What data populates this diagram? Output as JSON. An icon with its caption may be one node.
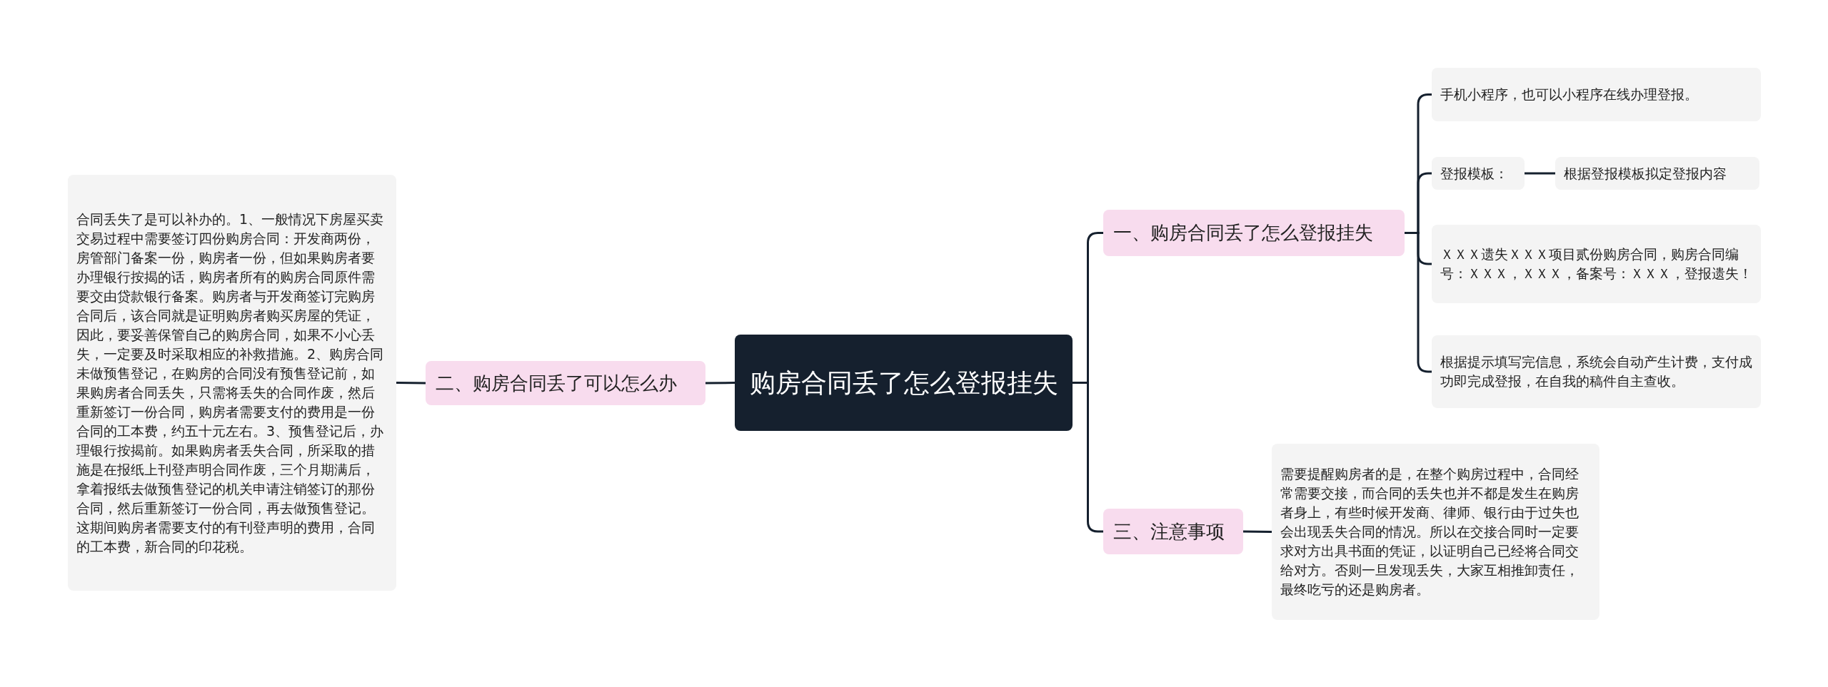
{
  "diagram": {
    "nodes": [
      {
        "text": [
          "购房合同丢了怎么登报挂失"
        ]
      },
      {
        "text": [
          "一、购房合同丢了怎么登报挂失"
        ]
      },
      {
        "text": [
          "手机小程序，也可以小程序在线办理登报。"
        ]
      },
      {
        "text": [
          "登报模板："
        ]
      },
      {
        "text": [
          "根据登报模板拟定登报内容"
        ]
      },
      {
        "text": [
          "ＸＸＸ遗失ＸＸＸ项目贰份购房合同，购房合同编号：ＸＸＸ，ＸＸＸ，备案号：ＸＸＸ，登报遗失！"
        ]
      },
      {
        "text": [
          "根据提示填写完信息，系统会自动产生计费，支付成功即完成登报，在自我的稿件自主查收。"
        ]
      },
      {
        "text": [
          "二、购房合同丢了可以怎么办"
        ]
      },
      {
        "text": [
          "合同丢失了是可以补办的。1、一般情况下房屋买卖交易过程中需要签订四份购房合同：开发商两份，房管部门备案一份，购房者一份，但如果购房者要办理银行按揭的话，购房者所有的购房合同原件需要交由贷款银行备案。购房者与开发商签订完购房合同后，该合同就是证明购房者购买房屋的凭证，因此，要妥善保管自己的购房合同，如果不小心丢失，一定要及时采取相应的补救措施。2、购房合同未做预售登记，在购房的合同没有预售登记前，如果购房者合同丢失，只需将丢失的合同作废，然后重新签订一份合同，购房者需要支付的费用是一份合同的工本费，约五十元左右。3、预售登记后，办理银行按揭前。如果购房者丢失合同，所采取的措施是在报纸上刊登声明合同作废，三个月期满后，拿着报纸去做预售登记的机关申请注销签订的那份合同，然后重新签订一份合同，再去做预售登记。这期间购房者需要支付的有刊登声明的费用，合同的工本费，新合同的印花税。"
        ]
      },
      {
        "text": [
          "三、注意事项"
        ]
      },
      {
        "text": [
          "需要提醒购房者的是，在整个购房过程中，合同经常需要交接，而合同的丢失也并不都是发生在购房者身上，有些时候开发商、律师、银行由于过失也会出现丢失合同的情况。所以在交接合同时一定要求对方出具书面的凭证，以证明自己已经将合同交给对方。否则一旦发现丢失，大家互相推卸责任，最终吃亏的还是购房者。"
        ]
      }
    ],
    "edges": [
      {
        "from": 0,
        "to": 1,
        "arrow": "none"
      },
      {
        "from": 1,
        "to": 2,
        "arrow": "none"
      },
      {
        "from": 1,
        "to": 3,
        "arrow": "none"
      },
      {
        "from": 3,
        "to": 4,
        "arrow": "none"
      },
      {
        "from": 1,
        "to": 5,
        "arrow": "none"
      },
      {
        "from": 1,
        "to": 6,
        "arrow": "none"
      },
      {
        "from": 0,
        "to": 7,
        "arrow": "none"
      },
      {
        "from": 7,
        "to": 8,
        "arrow": "none"
      },
      {
        "from": 0,
        "to": 9,
        "arrow": "none"
      },
      {
        "from": 9,
        "to": 10,
        "arrow": "none"
      }
    ]
  }
}
